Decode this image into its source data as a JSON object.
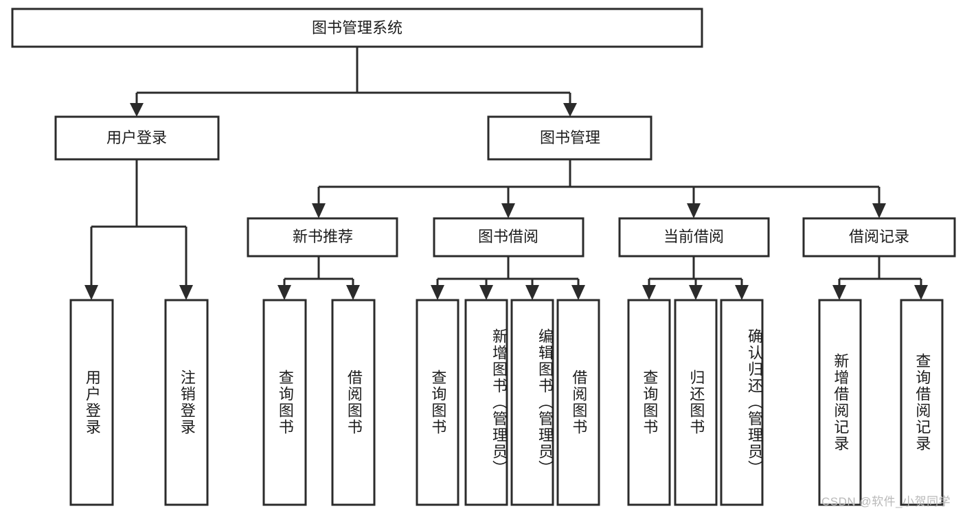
{
  "diagram": {
    "title": "图书管理系统",
    "type": "tree",
    "orientation": "top-down",
    "root": {
      "id": "root",
      "label": "图书管理系统"
    },
    "level2": [
      {
        "id": "user-login",
        "label": "用户登录"
      },
      {
        "id": "book-manage",
        "label": "图书管理"
      }
    ],
    "level3": [
      {
        "id": "new-book-rec",
        "label": "新书推荐",
        "parent": "book-manage"
      },
      {
        "id": "book-borrow",
        "label": "图书借阅",
        "parent": "book-manage"
      },
      {
        "id": "current-borrow",
        "label": "当前借阅",
        "parent": "book-manage"
      },
      {
        "id": "borrow-record",
        "label": "借阅记录",
        "parent": "book-manage"
      }
    ],
    "leaves": [
      {
        "id": "leaf-user-login",
        "label": "用户登录",
        "parent": "user-login"
      },
      {
        "id": "leaf-logout-login",
        "label": "注销登录",
        "parent": "user-login"
      },
      {
        "id": "leaf-query-book-1",
        "label": "查询图书",
        "parent": "new-book-rec"
      },
      {
        "id": "leaf-borrow-book-1",
        "label": "借阅图书",
        "parent": "new-book-rec"
      },
      {
        "id": "leaf-query-book-2",
        "label": "查询图书",
        "parent": "book-borrow"
      },
      {
        "id": "leaf-add-book",
        "label": "新增图书（管理员）",
        "parent": "book-borrow"
      },
      {
        "id": "leaf-edit-book",
        "label": "编辑图书（管理员）",
        "parent": "book-borrow"
      },
      {
        "id": "leaf-borrow-book-2",
        "label": "借阅图书",
        "parent": "book-borrow"
      },
      {
        "id": "leaf-query-book-3",
        "label": "查询图书",
        "parent": "current-borrow"
      },
      {
        "id": "leaf-return-book",
        "label": "归还图书",
        "parent": "current-borrow"
      },
      {
        "id": "leaf-confirm-return",
        "label": "确认归还（管理员）",
        "parent": "current-borrow"
      },
      {
        "id": "leaf-add-record",
        "label": "新增借阅记录",
        "parent": "borrow-record"
      },
      {
        "id": "leaf-query-record",
        "label": "查询借阅记录",
        "parent": "borrow-record"
      }
    ],
    "colors": {
      "stroke": "#2b2b2b",
      "fill": "#ffffff",
      "text": "#1c1c1c",
      "watermark": "#b9b9b9"
    }
  },
  "watermark": {
    "text": "CSDN @软件_小贺同学"
  }
}
